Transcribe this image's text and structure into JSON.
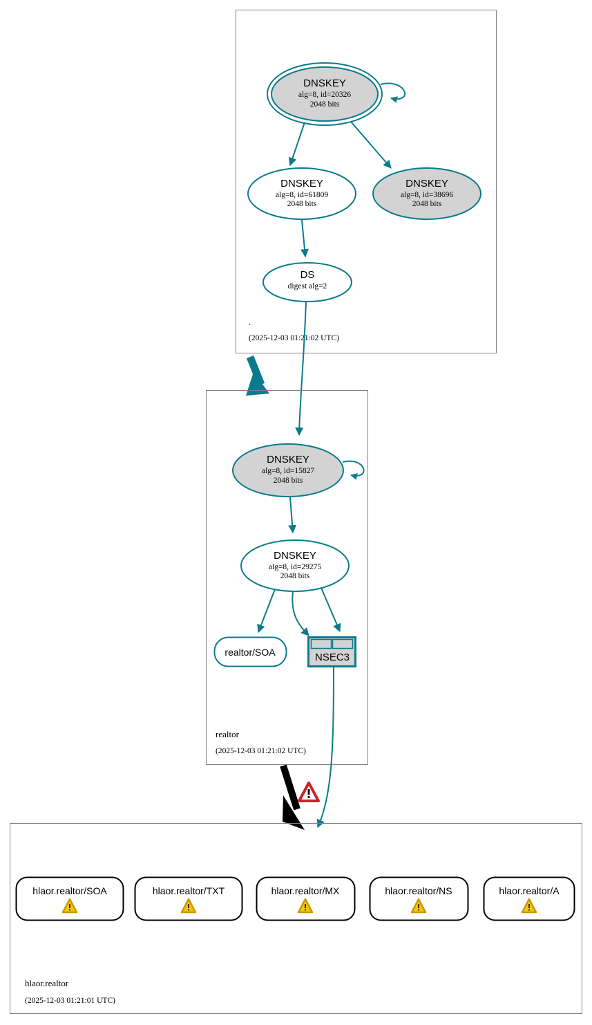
{
  "diagram": {
    "type": "dnssec-authentication-chain",
    "colors": {
      "secure_teal": "#0a7b8c",
      "sep_fill": "#d3d3d3",
      "zone_border": "#808080",
      "error_red": "#cc2229",
      "warning_yellow": "#f5c518",
      "insecure_black": "#000000"
    }
  },
  "zones": [
    {
      "id": "root",
      "name": ".",
      "timestamp": "(2025-12-03 01:21:02 UTC)"
    },
    {
      "id": "realtor",
      "name": "realtor",
      "timestamp": "(2025-12-03 01:21:02 UTC)"
    },
    {
      "id": "hlaor-realtor",
      "name": "hlaor.realtor",
      "timestamp": "(2025-12-03 01:21:01 UTC)"
    }
  ],
  "nodes": {
    "root_ksk": {
      "type": "DNSKEY",
      "title": "DNSKEY",
      "line2": "alg=8, id=20326",
      "line3": "2048 bits",
      "alg": 8,
      "key_id": 20326,
      "key_size": "2048 bits",
      "trust_anchor": true,
      "sep": true
    },
    "root_zsk": {
      "type": "DNSKEY",
      "title": "DNSKEY",
      "line2": "alg=8, id=61809",
      "line3": "2048 bits",
      "alg": 8,
      "key_id": 61809,
      "key_size": "2048 bits",
      "trust_anchor": false,
      "sep": false
    },
    "root_sep2": {
      "type": "DNSKEY",
      "title": "DNSKEY",
      "line2": "alg=8, id=38696",
      "line3": "2048 bits",
      "alg": 8,
      "key_id": 38696,
      "key_size": "2048 bits",
      "trust_anchor": false,
      "sep": true
    },
    "ds_realtor": {
      "type": "DS",
      "title": "DS",
      "line2": "digest alg=2",
      "digest_alg": 2
    },
    "realtor_ksk": {
      "type": "DNSKEY",
      "title": "DNSKEY",
      "line2": "alg=8, id=15827",
      "line3": "2048 bits",
      "alg": 8,
      "key_id": 15827,
      "key_size": "2048 bits",
      "sep": true
    },
    "realtor_zsk": {
      "type": "DNSKEY",
      "title": "DNSKEY",
      "line2": "alg=8, id=29275",
      "line3": "2048 bits",
      "alg": 8,
      "key_id": 29275,
      "key_size": "2048 bits",
      "sep": false
    },
    "realtor_soa": {
      "type": "RRset",
      "label": "realtor/SOA"
    },
    "nsec3": {
      "type": "NSEC3",
      "label": "NSEC3"
    }
  },
  "leaf_nodes": [
    {
      "label": "hlaor.realtor/SOA",
      "status": "warning"
    },
    {
      "label": "hlaor.realtor/TXT",
      "status": "warning"
    },
    {
      "label": "hlaor.realtor/MX",
      "status": "warning"
    },
    {
      "label": "hlaor.realtor/NS",
      "status": "warning"
    },
    {
      "label": "hlaor.realtor/A",
      "status": "warning"
    }
  ],
  "icons": {
    "delegation_error": "error-triangle-icon",
    "leaf_warning": "warning-triangle-icon"
  }
}
